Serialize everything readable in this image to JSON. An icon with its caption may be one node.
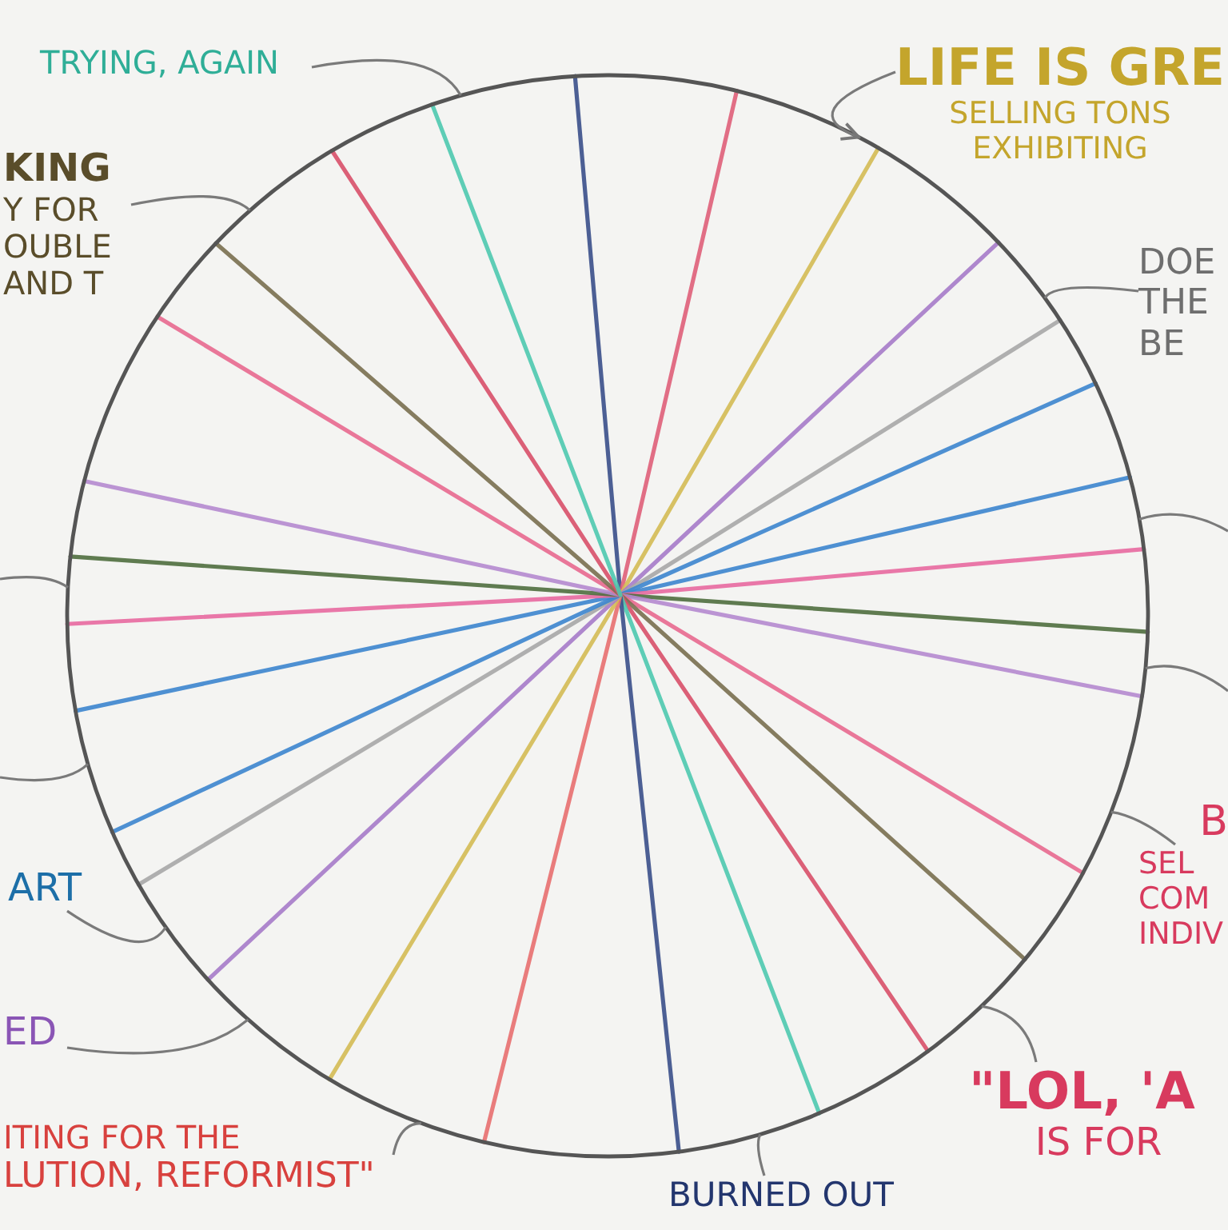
{
  "diagram": {
    "nodes": [
      {
        "text": [
          "TRYING, AGAIN"
        ]
      },
      {
        "text": [
          "LIFE IS GRE",
          "SELLING TONS EXHIBITING"
        ]
      },
      {
        "text": [
          "KING",
          "Y FOR OUBLE AND T"
        ]
      },
      {
        "text": [
          "DOE THE BE"
        ]
      },
      {
        "text": [
          "B",
          "SEL COM INDIV"
        ]
      },
      {
        "text": [
          "ART"
        ]
      },
      {
        "text": [
          "ED"
        ]
      },
      {
        "text": [
          "\"LOL, 'A",
          "IS FOR"
        ]
      },
      {
        "text": [
          "ITING FOR THE",
          "LUTION, REFORMIST\""
        ]
      },
      {
        "text": [
          "BURNED OUT"
        ]
      },
      {
        "text": [],
        "shape": "circle"
      }
    ],
    "edges": [
      {
        "from": 0,
        "to": 10,
        "arrow": "none"
      },
      {
        "from": 1,
        "to": 10,
        "arrow": "to"
      },
      {
        "from": 2,
        "to": 10,
        "arrow": "none"
      },
      {
        "from": 3,
        "to": 10,
        "arrow": "none"
      },
      {
        "from": null,
        "to": 10,
        "arrow": "none"
      },
      {
        "from": null,
        "to": 10,
        "arrow": "none"
      },
      {
        "from": null,
        "to": 10,
        "arrow": "none"
      },
      {
        "from": null,
        "to": 10,
        "arrow": "none"
      },
      {
        "from": 4,
        "to": 10,
        "arrow": "none"
      },
      {
        "from": 5,
        "to": 10,
        "arrow": "none"
      },
      {
        "from": 6,
        "to": 10,
        "arrow": "none"
      },
      {
        "from": 7,
        "to": 10,
        "arrow": "none"
      },
      {
        "from": 8,
        "to": 10,
        "arrow": "none"
      },
      {
        "from": 9,
        "to": 10,
        "arrow": "none"
      }
    ]
  }
}
